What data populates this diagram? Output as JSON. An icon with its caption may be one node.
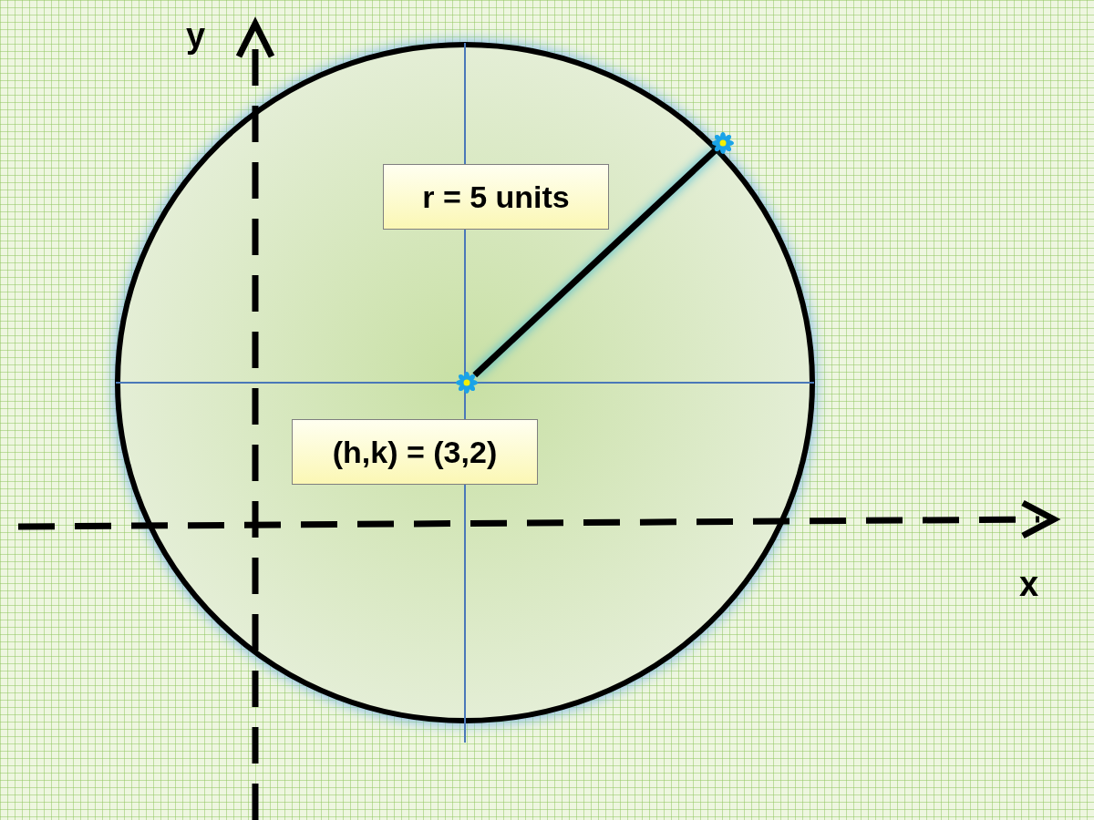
{
  "diagram": {
    "nodes": [
      {
        "text": [],
        "shape": "circle"
      },
      {
        "text": [
          "r = 5 units"
        ],
        "in": 0
      },
      {
        "text": [],
        "shape": "circle",
        "in": 0
      },
      {
        "text": [
          "(h,k) = (3,2)"
        ],
        "in": 0
      },
      {
        "text": [],
        "shape": "circle"
      }
    ],
    "edges": [
      {
        "from": 2,
        "to": 4,
        "arrow": "none"
      }
    ],
    "labels": [
      "y",
      "x"
    ]
  }
}
